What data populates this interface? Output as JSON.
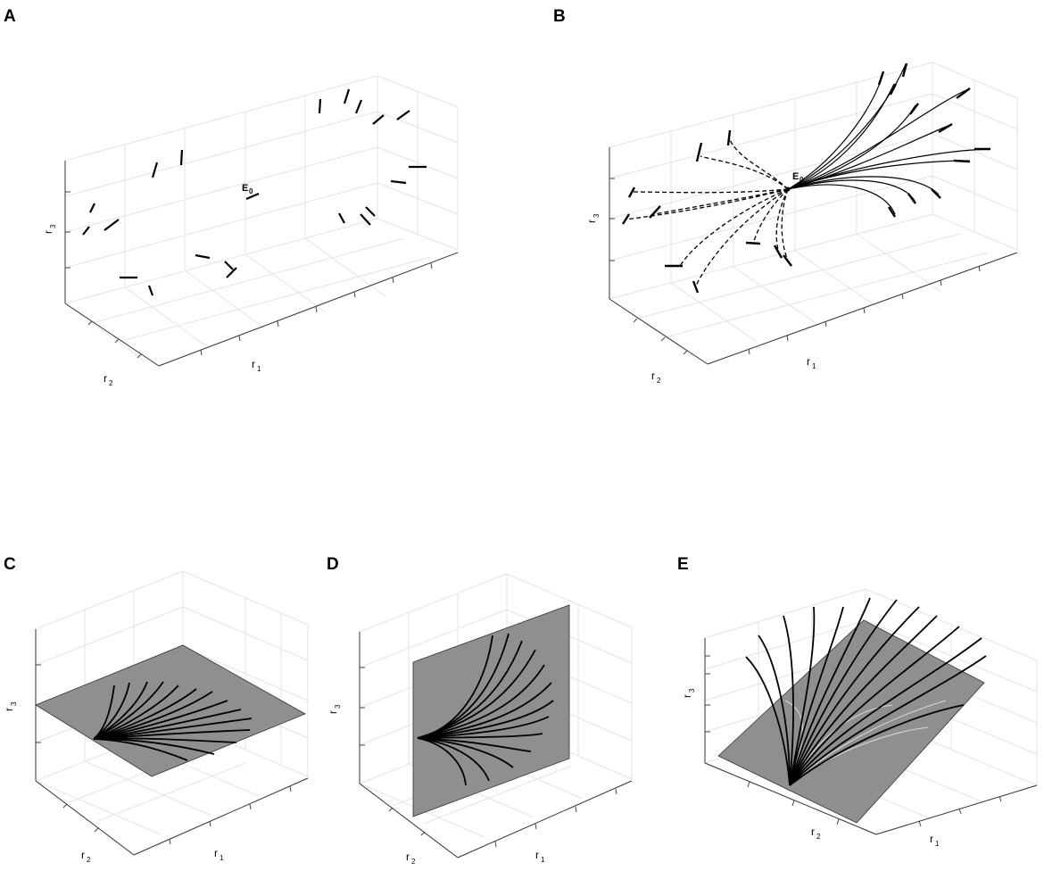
{
  "panels": [
    {
      "id": "A",
      "letter": "A",
      "axes": {
        "x": "r",
        "x_sub": "1",
        "y": "r",
        "y_sub": "2",
        "z": "r",
        "z_sub": "3"
      },
      "marker": {
        "label": "E",
        "sub": "0"
      }
    },
    {
      "id": "B",
      "letter": "B",
      "axes": {
        "x": "r",
        "x_sub": "1",
        "y": "r",
        "y_sub": "2",
        "z": "r",
        "z_sub": "3"
      },
      "marker": {
        "label": "E",
        "sub": "0"
      }
    },
    {
      "id": "C",
      "letter": "C",
      "axes": {
        "x": "r",
        "x_sub": "1",
        "y": "r",
        "y_sub": "2",
        "z": "r",
        "z_sub": "3"
      }
    },
    {
      "id": "D",
      "letter": "D",
      "axes": {
        "x": "r",
        "x_sub": "1",
        "y": "r",
        "y_sub": "2",
        "z": "r",
        "z_sub": "3"
      }
    },
    {
      "id": "E",
      "letter": "E",
      "axes": {
        "x": "r",
        "x_sub": "1",
        "y": "r",
        "y_sub": "2",
        "z": "r",
        "z_sub": "3"
      }
    }
  ],
  "colors": {
    "plane": "#8f8f8f",
    "plane_edge": "#333333",
    "line": "#000000",
    "grid": "#e3e3e3",
    "light_line": "#d8d8d8"
  }
}
